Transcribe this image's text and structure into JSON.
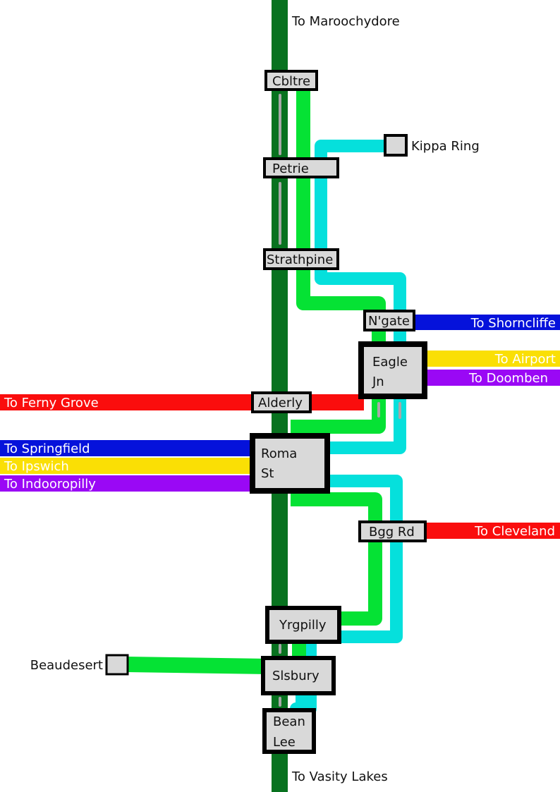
{
  "colors": {
    "dark_green": "#08721f",
    "green": "#05e234",
    "cyan": "#05e0dc",
    "blue": "#0512db",
    "yellow": "#fadf05",
    "purple": "#9a08f5",
    "red": "#fa0d0d",
    "grey_track": "#a8a8a8",
    "station_fill": "#d9d9d9",
    "station_border": "#000000"
  },
  "terminus_labels": {
    "north": "To Maroochydore",
    "south": "To Vasity Lakes"
  },
  "branch_labels": {
    "kippa_ring": "Kippa Ring",
    "beaudesert": "Beaudesert",
    "shorncliffe": "To Shorncliffe",
    "airport": "To Airport",
    "doomben": "To Doomben",
    "ferny_grove": "To Ferny Grove",
    "springfield": "To Springfield",
    "ipswich": "To Ipswich",
    "indooroopilly": "To Indooropilly",
    "cleveland": "To Cleveland"
  },
  "stations": {
    "cbltre": "Cbltre",
    "petrie": "Petrie",
    "strathpine": "Strathpine",
    "ngate": "N'gate",
    "eagle_jn_1": "Eagle",
    "eagle_jn_2": "Jn",
    "alderly": "Alderly",
    "roma_st_1": "Roma",
    "roma_st_2": "St",
    "bgg_rd": "Bgg Rd",
    "yrgpilly": "Yrgpilly",
    "slsbury": "Slsbury",
    "bean_lee_1": "Bean",
    "bean_lee_2": "Lee"
  }
}
